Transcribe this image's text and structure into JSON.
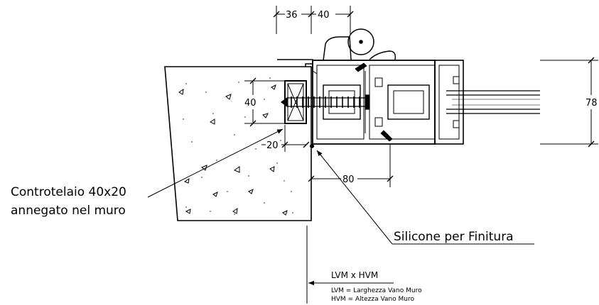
{
  "dimensions": {
    "d36": "36",
    "d40_top": "40",
    "d40_left": "40",
    "d20": "20",
    "d80": "80",
    "d78": "78"
  },
  "callouts": {
    "controtelaio_line1": "Controtelaio 40x20",
    "controtelaio_line2": "annegato nel muro",
    "silicone": "Silicone per Finitura"
  },
  "legend": {
    "title": "LVM x HVM",
    "lvm": "LVM = Larghezza Vano Muro",
    "hvm": "HVM = Altezza Vano Muro"
  },
  "icons": {
    "arrow": "arrowhead",
    "screw": "screw-icon",
    "handle": "handle-icon"
  }
}
